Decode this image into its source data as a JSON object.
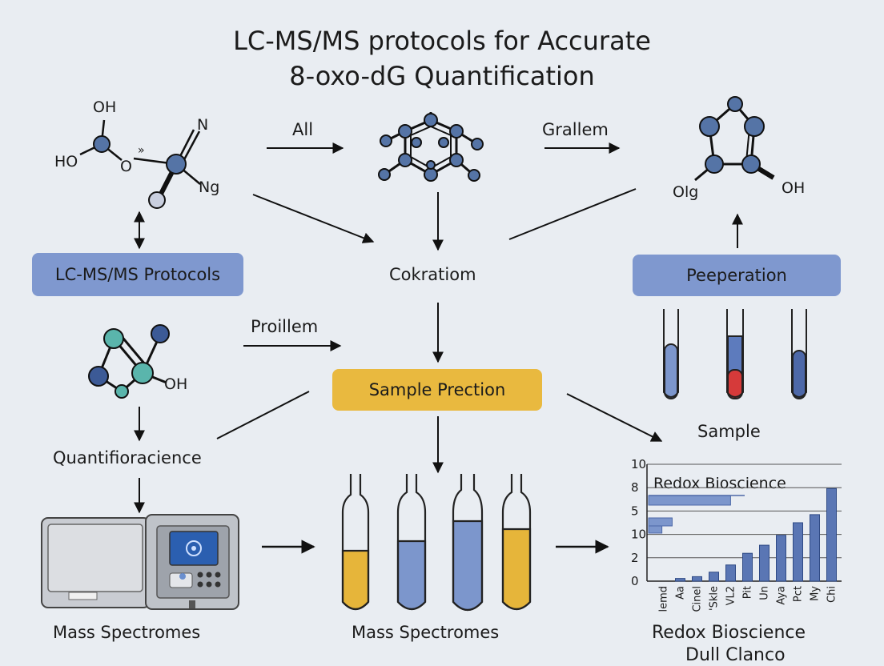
{
  "title": {
    "line1": "LC-MS/MS protocols for Accurate",
    "line2": "8-oxo-dG Quantification"
  },
  "labels": {
    "arrow_all": "All",
    "arrow_grallem": "Grallem",
    "arrow_proillem": "Proillem",
    "cokratiom": "Cokratiom",
    "quantifioracience": "Quantifioracience",
    "sample": "Sample",
    "mass_spec_left": "Mass Spectromes",
    "mass_spec_mid": "Mass Spectromes",
    "redox_line1": "Redox Bioscience",
    "redox_line2": "Dull Clanco"
  },
  "boxes": {
    "lcms": "LC-MS/MS Protocols",
    "peeperation": "Peeperation",
    "sample_prection": "Sample Prection"
  },
  "molecules": {
    "m1": [
      "OH",
      "HO",
      "O",
      "N",
      "Ng",
      "»"
    ],
    "m3": [
      "Olg",
      "OH"
    ],
    "m4": [
      "OH"
    ]
  },
  "colors": {
    "background": "#e9edf2",
    "box_blue": "#7f98cf",
    "box_yellow": "#e9b93f",
    "atom_blue": "#5574a6",
    "atom_teal": "#5ab5ac",
    "liquid_yellow": "#e6b53a",
    "liquid_blue": "#7c96cc",
    "liquid_red": "#d63a3a",
    "bar_blue": "#5a76b4"
  },
  "icons": [
    "molecule-icon",
    "benzene-icon",
    "ring-molecule-icon",
    "test-tube-icon",
    "mass-spectrometer-icon",
    "arrow-icon"
  ],
  "chart_data": {
    "type": "bar",
    "title": "Redox Bioscience",
    "y_tick_labels": [
      "0",
      "2",
      "10",
      "5",
      "8",
      "10"
    ],
    "categories": [
      "lemd",
      "Aa",
      "Cinel",
      "'Skle",
      "VL2",
      "Pit",
      "Un",
      "Aya",
      "Pct",
      "My",
      "Chi"
    ],
    "values": [
      0.0,
      0.3,
      0.5,
      1.0,
      1.8,
      3.1,
      4.0,
      5.1,
      6.5,
      7.4,
      10.3
    ],
    "ylim": [
      0,
      13
    ],
    "horizontal_bars": [
      8.0,
      2.3,
      1.3
    ],
    "hbar_xlim": [
      0,
      10
    ],
    "grid": true
  }
}
